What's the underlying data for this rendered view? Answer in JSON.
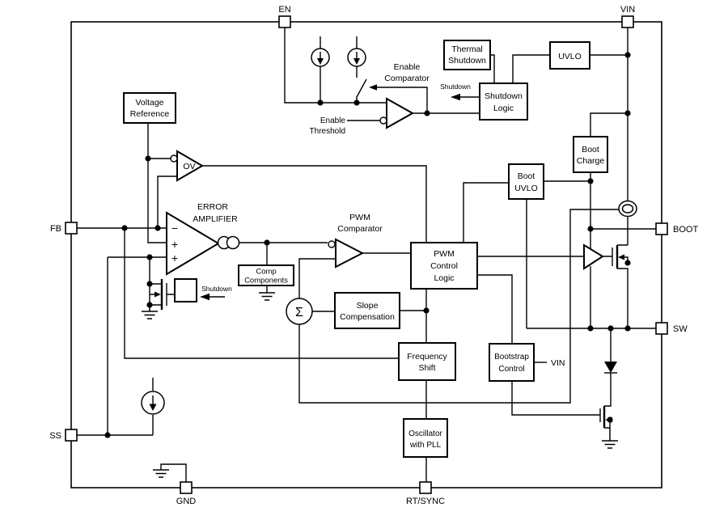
{
  "colors": {
    "background": "#ffffff",
    "ink": "#000000"
  },
  "pins": {
    "en": "EN",
    "vin": "VIN",
    "fb": "FB",
    "ss": "SS",
    "gnd": "GND",
    "rt_sync": "RT/SYNC",
    "boot": "BOOT",
    "sw": "SW"
  },
  "blocks": {
    "voltage_reference": {
      "line1": "Voltage",
      "line2": "Reference"
    },
    "thermal_shutdown": {
      "line1": "Thermal",
      "line2": "Shutdown"
    },
    "uvlo": {
      "line1": "UVLO"
    },
    "shutdown_logic": {
      "line1": "Shutdown",
      "line2": "Logic"
    },
    "boot_charge": {
      "line1": "Boot",
      "line2": "Charge"
    },
    "boot_uvlo": {
      "line1": "Boot",
      "line2": "UVLO"
    },
    "pwm_control_logic": {
      "line1": "PWM",
      "line2": "Control",
      "line3": "Logic"
    },
    "comp_components": {
      "line1": "Comp",
      "line2": "Components"
    },
    "slope_compensation": {
      "line1": "Slope",
      "line2": "Compensation"
    },
    "frequency_shift": {
      "line1": "Frequency",
      "line2": "Shift"
    },
    "bootstrap_control": {
      "line1": "Bootstrap",
      "line2": "Control"
    },
    "oscillator_pll": {
      "line1": "Oscillator",
      "line2": "with PLL"
    }
  },
  "comparators": {
    "enable": {
      "line1": "Enable",
      "line2": "Comparator"
    },
    "pwm": {
      "line1": "PWM",
      "line2": "Comparator"
    },
    "error_amplifier": {
      "line1": "ERROR",
      "line2": "AMPLIFIER",
      "minus": "−",
      "plus": "+"
    },
    "ov": {
      "label": "OV"
    }
  },
  "annotations": {
    "shutdown_signal_top": "Shutdown",
    "shutdown_signal_softstart": "Shutdown",
    "enable_threshold_line1": "Enable",
    "enable_threshold_line2": "Threshold",
    "bootstrap_vin": "VIN",
    "summing_sigma": "Σ"
  }
}
